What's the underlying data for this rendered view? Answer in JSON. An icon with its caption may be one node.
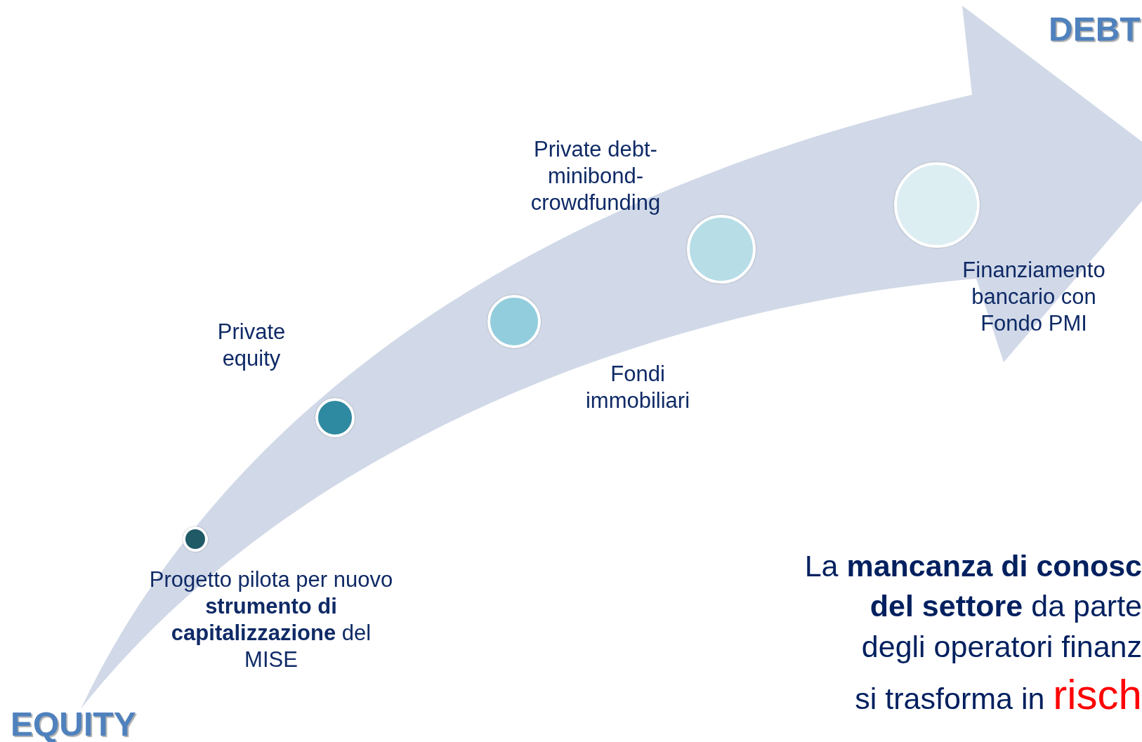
{
  "diagram": {
    "nodes": [
      {
        "text": [],
        "shape": "circle",
        "beside": [
          "Progetto pilota per nuovo **strumento di capitalizzazione** del MISE"
        ]
      },
      {
        "text": [],
        "shape": "circle",
        "beside": [
          "Private equity"
        ]
      },
      {
        "text": [],
        "shape": "circle",
        "beside": [
          "Fondi immobiliari"
        ]
      },
      {
        "text": [],
        "shape": "circle",
        "beside": [
          "Private debt-minibond-crowdfunding"
        ]
      },
      {
        "text": [],
        "shape": "circle",
        "beside": [
          "Finanziamento bancario con Fondo PMI"
        ]
      }
    ],
    "labels": [
      "DEBT",
      "La **mancanza di conosc**",
      "**del settore** da parte",
      "degli operatori finanz",
      "si trasforma in **risch**",
      "EQUITY"
    ]
  }
}
